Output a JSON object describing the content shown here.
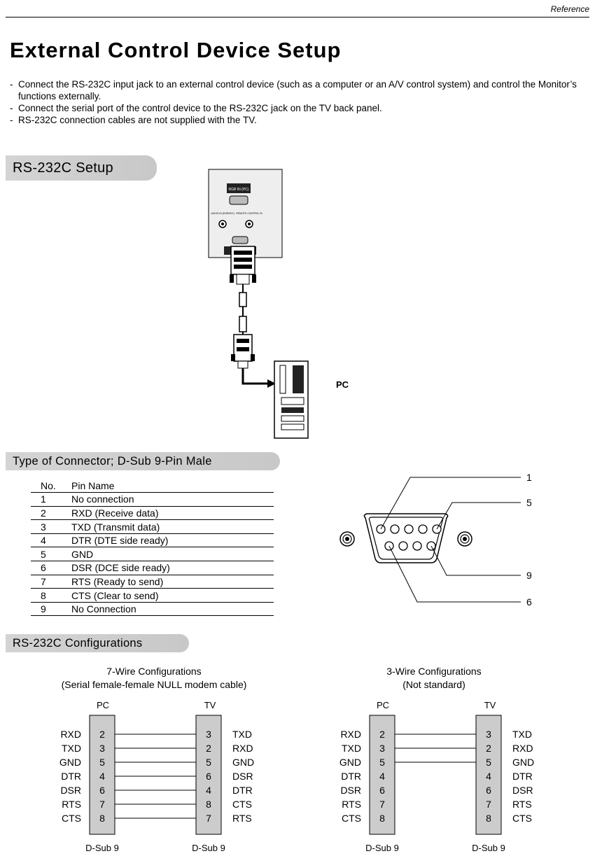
{
  "header": {
    "reference": "Reference"
  },
  "title": "External Control Device Setup",
  "intro": [
    "Connect the RS-232C input jack to an external control device (such as a computer or an A/V control system) and control the Monitor’s functions externally.",
    "Connect the serial port of the control device to the RS-232C jack on the TV back panel.",
    "RS-232C connection cables are not supplied with the TV."
  ],
  "setup": {
    "heading": "RS-232C Setup",
    "panel_label_top": "RGB IN (PC)",
    "panel_label_audio": "AUDIO IN (RGB/DVI)",
    "panel_label_remote": "REMOTE CONTROL IN",
    "pc_label": "PC"
  },
  "connector": {
    "heading": "Type of Connector; D-Sub 9-Pin Male",
    "table_headers": [
      "No.",
      "Pin Name"
    ],
    "pins": [
      {
        "no": "1",
        "name": "No connection"
      },
      {
        "no": "2",
        "name": "RXD (Receive data)"
      },
      {
        "no": "3",
        "name": "TXD (Transmit data)"
      },
      {
        "no": "4",
        "name": "DTR (DTE side ready)"
      },
      {
        "no": "5",
        "name": "GND"
      },
      {
        "no": "6",
        "name": "DSR (DCE side ready)"
      },
      {
        "no": "7",
        "name": "RTS (Ready to send)"
      },
      {
        "no": "8",
        "name": "CTS (Clear to send)"
      },
      {
        "no": "9",
        "name": "No Connection"
      }
    ],
    "callouts": [
      "1",
      "5",
      "9",
      "6"
    ]
  },
  "configs": {
    "heading": "RS-232C Configurations",
    "seven_wire": {
      "title": "7-Wire Configurations",
      "subtitle": "(Serial female-female NULL modem cable)",
      "pc_label": "PC",
      "tv_label": "TV",
      "left_names": [
        "RXD",
        "TXD",
        "GND",
        "DTR",
        "DSR",
        "RTS",
        "CTS"
      ],
      "left_pins": [
        "2",
        "3",
        "5",
        "4",
        "6",
        "7",
        "8"
      ],
      "right_pins": [
        "3",
        "2",
        "5",
        "6",
        "4",
        "8",
        "7"
      ],
      "right_names": [
        "TXD",
        "RXD",
        "GND",
        "DSR",
        "DTR",
        "CTS",
        "RTS"
      ],
      "left_footer": "D-Sub 9",
      "right_footer": "D-Sub 9"
    },
    "three_wire": {
      "title": "3-Wire Configurations",
      "subtitle": "(Not standard)",
      "pc_label": "PC",
      "tv_label": "TV",
      "left_names": [
        "RXD",
        "TXD",
        "GND",
        "DTR",
        "DSR",
        "RTS",
        "CTS"
      ],
      "left_pins": [
        "2",
        "3",
        "5",
        "4",
        "6",
        "7",
        "8"
      ],
      "right_pins": [
        "3",
        "2",
        "5",
        "4",
        "6",
        "7",
        "8"
      ],
      "right_names": [
        "TXD",
        "RXD",
        "GND",
        "DTR",
        "DSR",
        "RTS",
        "CTS"
      ],
      "left_footer": "D-Sub 9",
      "right_footer": "D-Sub 9"
    }
  }
}
